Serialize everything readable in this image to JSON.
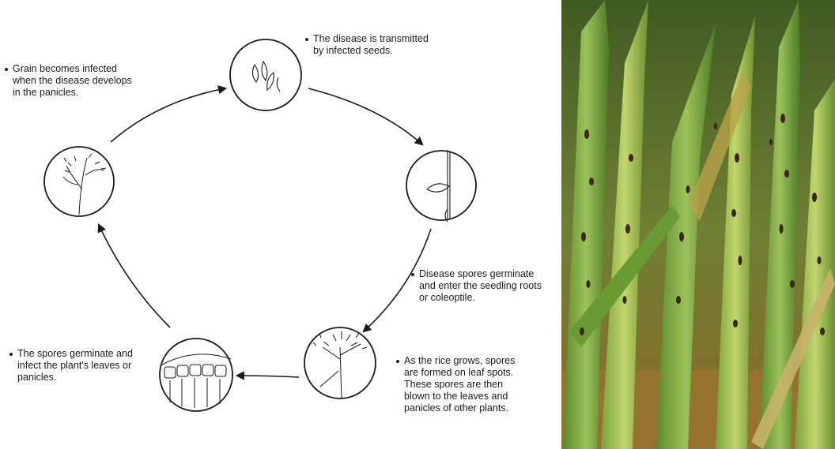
{
  "diagram": {
    "captions": {
      "seed": [
        "The disease is transmitted",
        "by infected seeds."
      ],
      "grain": [
        "Grain becomes infected",
        "when the disease develops",
        "in the panicles."
      ],
      "germinate": [
        "Disease spores germinate",
        "and enter the seedling roots",
        "or coleoptile."
      ],
      "spores_formed": [
        "As the rice grows, spores",
        "are formed on leaf spots.",
        "These spores are then",
        "blown to the leaves and",
        "panicles of other plants."
      ],
      "infect": [
        "The spores germinate and",
        "infect the plant's leaves or",
        "panicles."
      ]
    },
    "stages": [
      {
        "name": "infected-seeds",
        "icon": "seeds-icon"
      },
      {
        "name": "seedling",
        "icon": "seedling-icon"
      },
      {
        "name": "leaf-spot-spores",
        "icon": "spore-plant-icon"
      },
      {
        "name": "leaf-cells",
        "icon": "leaf-cells-icon"
      },
      {
        "name": "panicle",
        "icon": "panicle-icon"
      }
    ],
    "colors": {
      "line": "#1a1a1a",
      "circle_fill": "#ffffff"
    }
  },
  "photo": {
    "subject": "rice-leaves-with-brown-spots-icon",
    "colors": {
      "leaf": "#6f9a3a",
      "leaf_light": "#a8c25a",
      "spot": "#3a2612",
      "background": "#8a6a2e"
    }
  }
}
